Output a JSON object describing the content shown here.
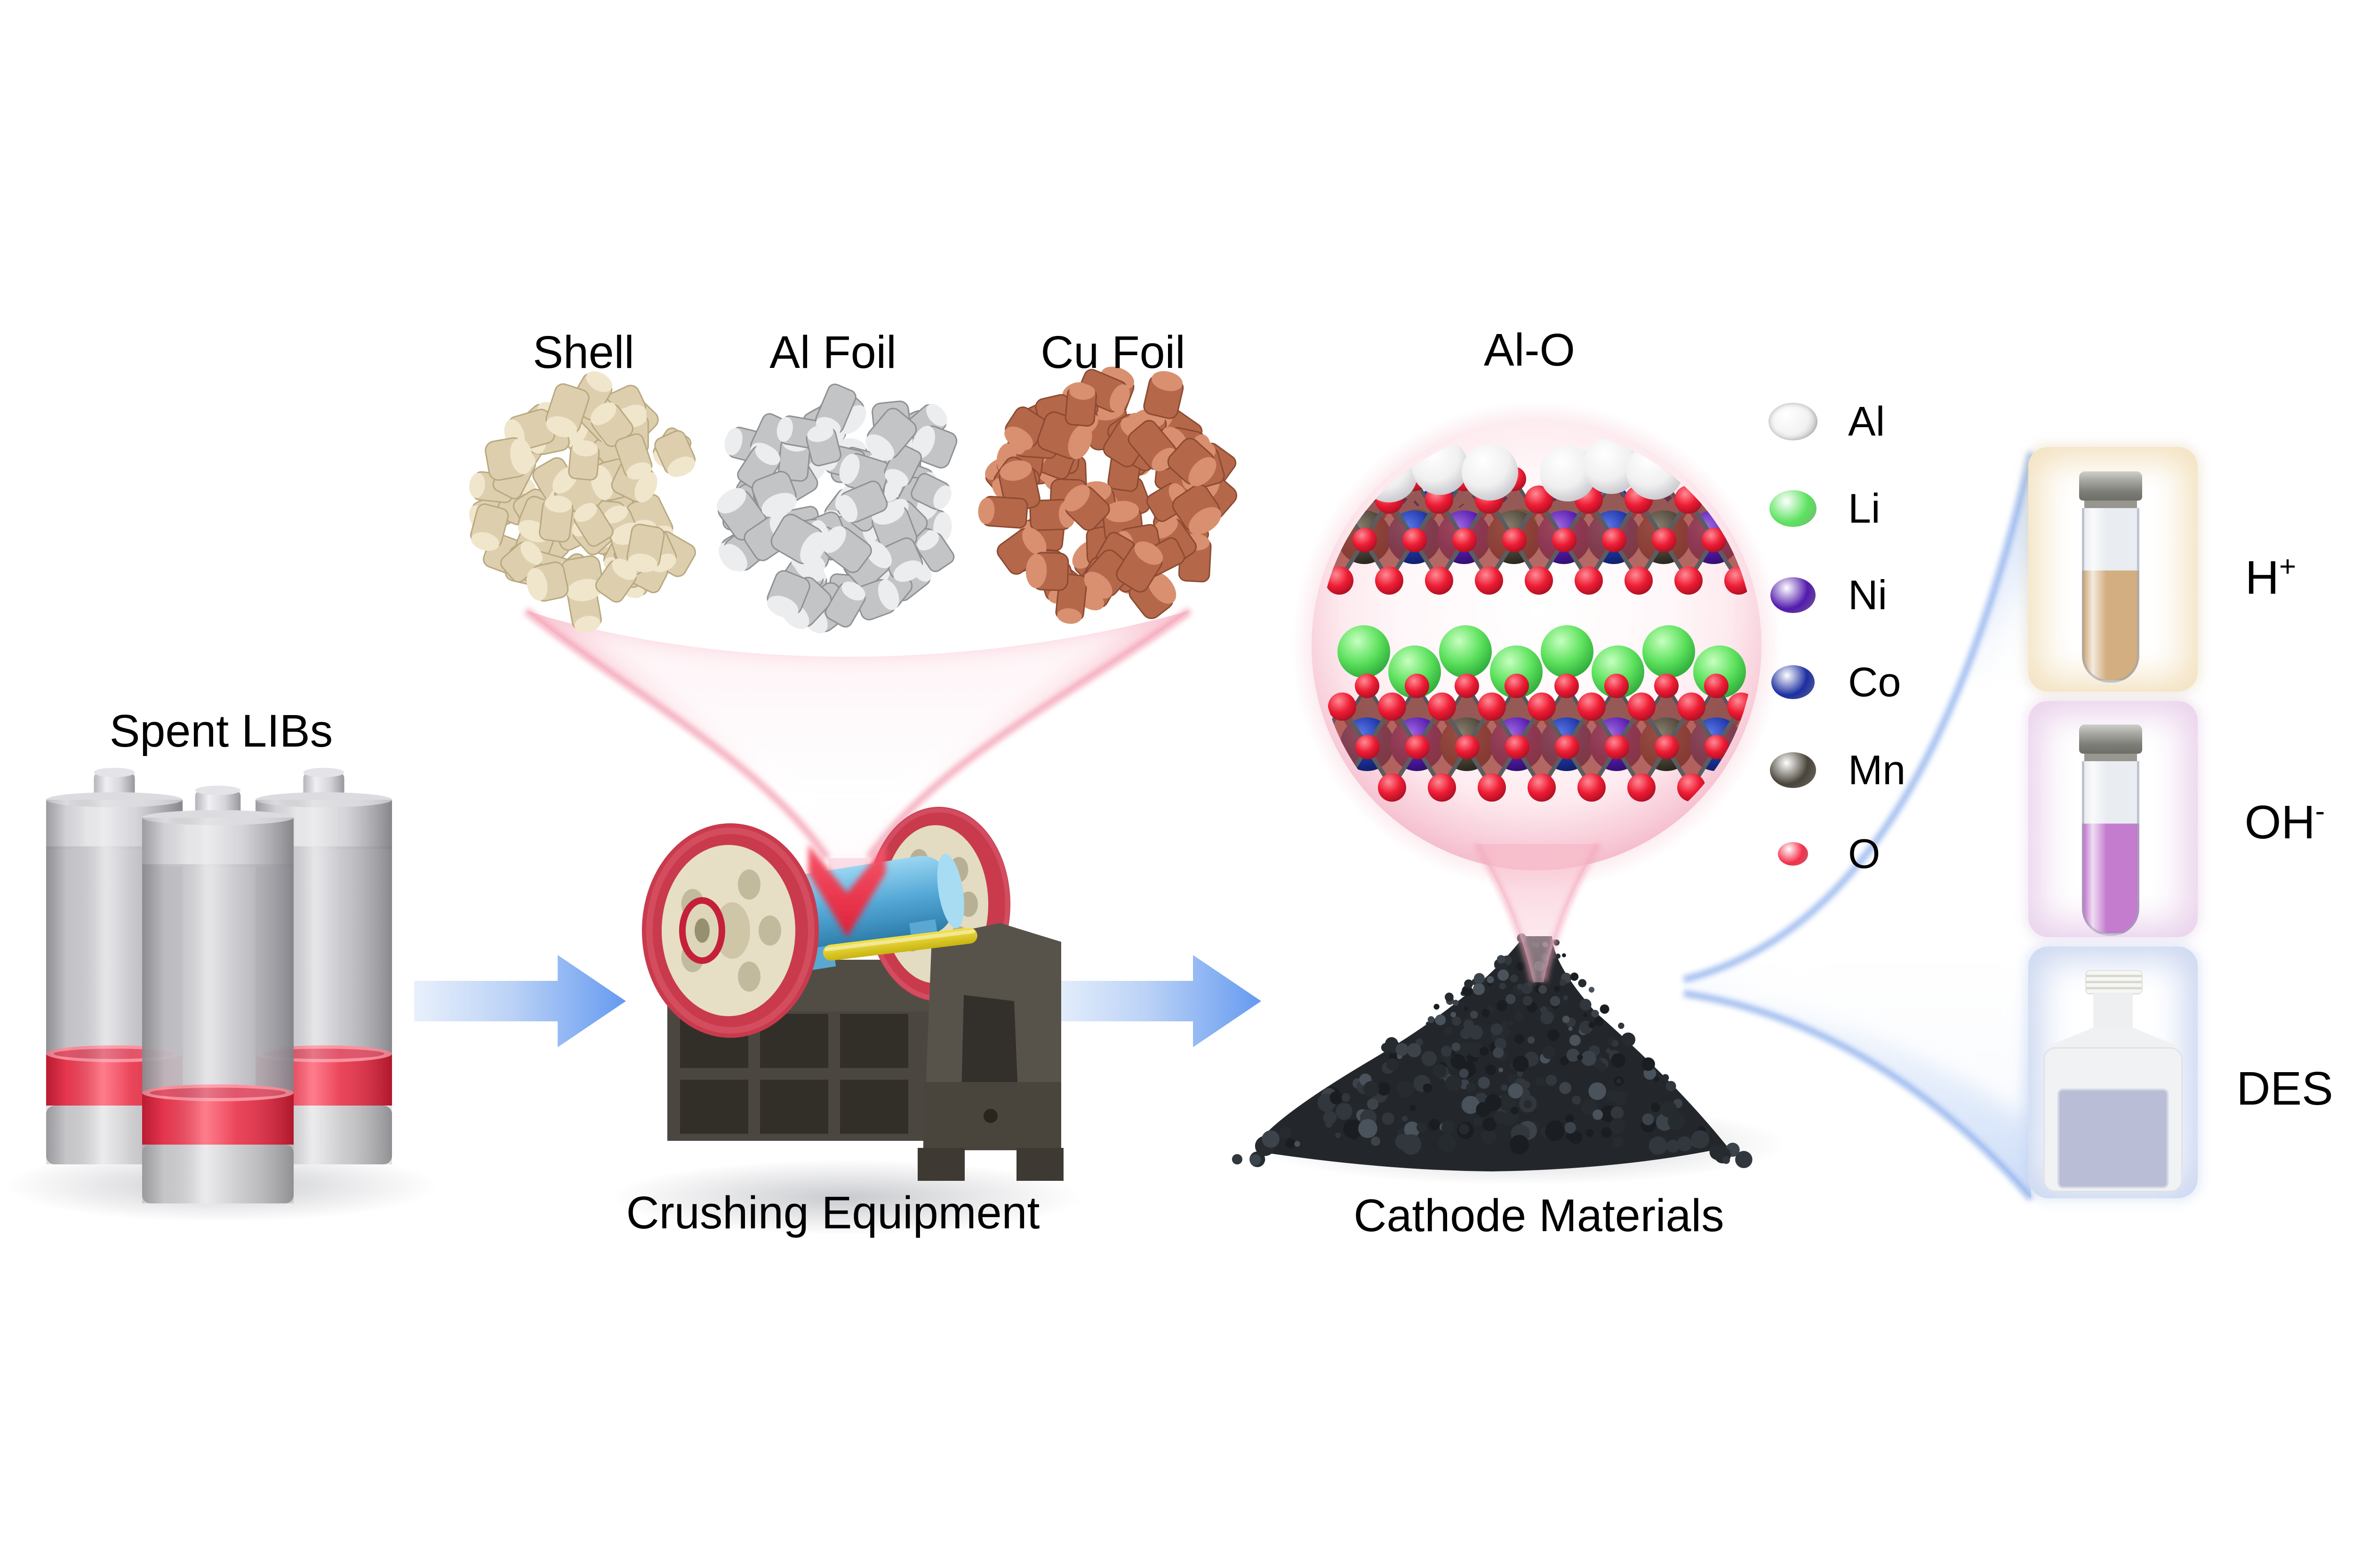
{
  "figure": {
    "stages": {
      "input_label": "Spent LIBs",
      "crusher_label": "Crushing Equipment",
      "product_label": "Cathode Materials"
    },
    "crusher_outputs": [
      {
        "label": "Shell"
      },
      {
        "label": "Al Foil"
      },
      {
        "label": "Cu Foil"
      }
    ],
    "magnifier_label": "Al-O",
    "legend": {
      "items": [
        {
          "symbol": "Al",
          "color": "#f2f2f2"
        },
        {
          "symbol": "Li",
          "color": "#5ce25f"
        },
        {
          "symbol": "Ni",
          "color": "#521bad"
        },
        {
          "symbol": "Co",
          "color": "#1c2fa0"
        },
        {
          "symbol": "Mn",
          "color": "#49443a"
        },
        {
          "symbol": "O",
          "color": "#f4304a"
        }
      ]
    },
    "reagents": [
      {
        "name": "H",
        "sup": "+",
        "liquid_color": "#d2ae80",
        "glow_color": "#f3e2c0",
        "container": "test-tube"
      },
      {
        "name": "OH",
        "sup": "-",
        "liquid_color": "#c37cce",
        "glow_color": "#ead2ec",
        "container": "test-tube"
      },
      {
        "name": "DES",
        "sup": "",
        "liquid_color": "#b9bed6",
        "glow_color": "#cbd7f1",
        "container": "bottle"
      }
    ]
  },
  "art": {
    "arrow_blue_light": "#e8f0fc",
    "arrow_blue_dark": "#659af0",
    "battery_red": "#ee2f46",
    "battery_silver": "#c6c6cb",
    "crusher_wheel_red": "#c93a4d",
    "crusher_face_cream": "#e6dfc6",
    "crusher_motor_blue": "#54a8d6",
    "crusher_rod_yellow": "#e5cf1a",
    "crusher_base_gray": "#57534b",
    "funnel_pink_edge": "#f4a2b6",
    "funnel_blue_edge": "#8fb0ec",
    "magnifier_pink": "#f3b5c6",
    "oxygen_red": "#ee1c34",
    "lithium_green": "#5ee25e",
    "nickel_purple": "#551bb0",
    "cobalt_blue": "#1d35a8",
    "manganese_dark": "#4a4438",
    "aluminum_white": "#f0f0f0",
    "octahedron_fill": "rgba(158,64,56,0.78)",
    "bond_blue": "#1530cf",
    "cathode_dark": "#23272b",
    "pellet_shell": [
      "#ddcfae",
      "#f0e6cc",
      "#b9a980"
    ],
    "pellet_al": [
      "#c2c4c6",
      "#ecedef",
      "#8f9194"
    ],
    "pellet_cu": [
      "#b5674a",
      "#d99070",
      "#8c4a31"
    ]
  }
}
